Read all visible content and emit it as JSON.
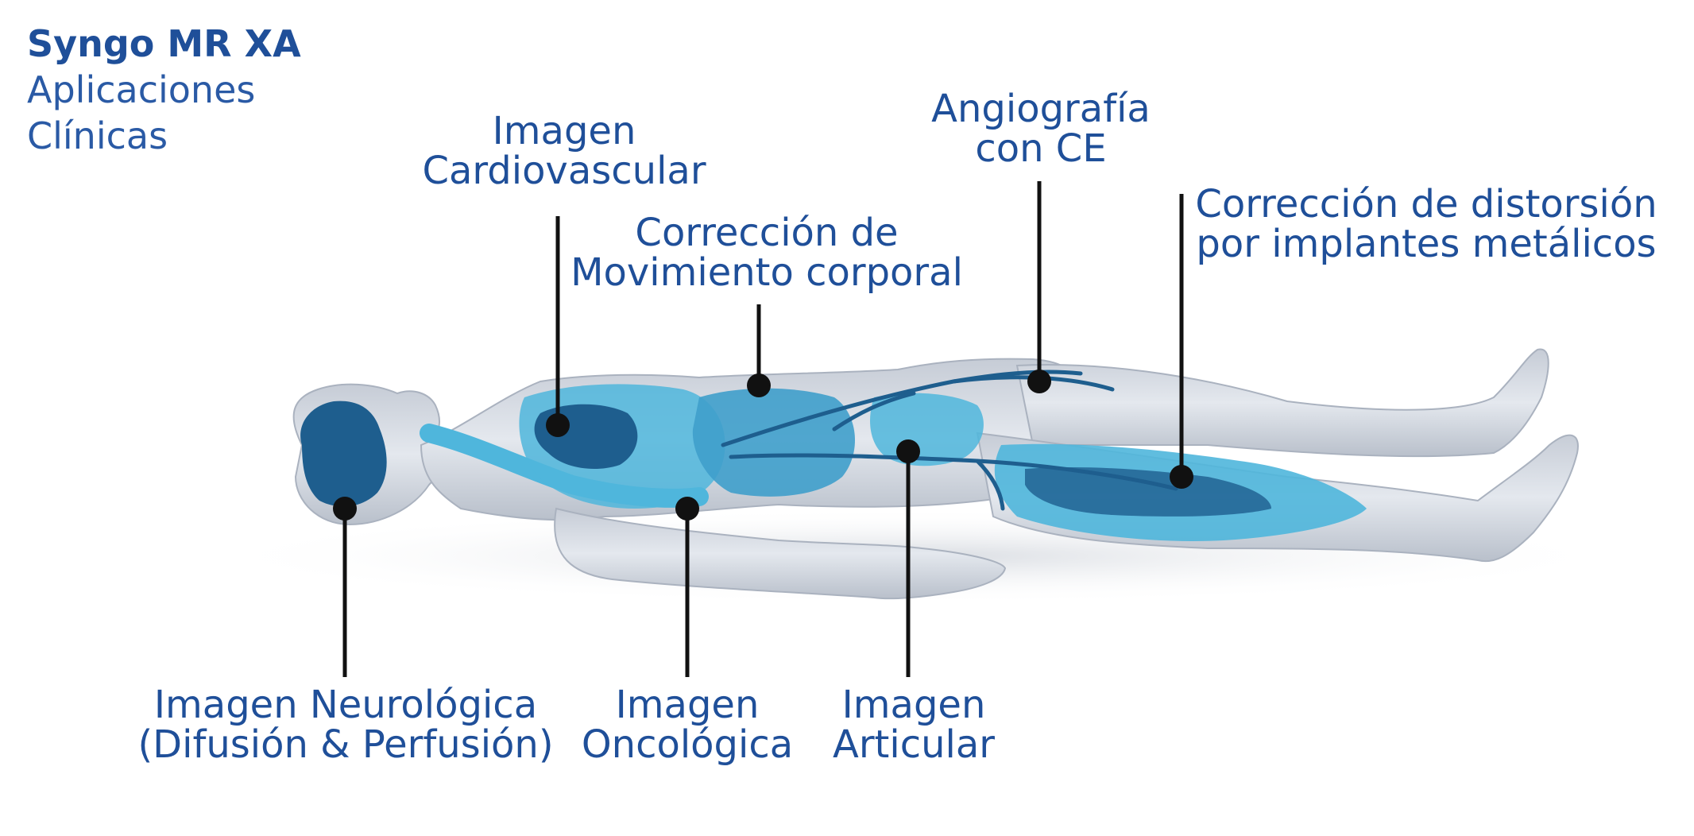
{
  "title": {
    "product": "Syngo MR XA",
    "line2": "Aplicaciones",
    "line3": "Clínicas"
  },
  "callouts": {
    "cardiovascular": {
      "line1": "Imagen",
      "line2": "Cardiovascular"
    },
    "motion": {
      "line1": "Corrección de",
      "line2": "Movimiento corporal"
    },
    "angio": {
      "line1": "Angiografía",
      "line2": "con CE"
    },
    "metal": {
      "line1": "Corrección de distorsión",
      "line2": "por implantes metálicos"
    },
    "neuro": {
      "line1": "Imagen Neurológica",
      "line2": "(Difusión & Perfusión)"
    },
    "onco": {
      "line1": "Imagen",
      "line2": "Oncológica"
    },
    "articular": {
      "line1": "Imagen",
      "line2": "Articular"
    }
  },
  "colors": {
    "text": "#1f4f99",
    "body": "#d9dee6",
    "organ_light": "#4fb6dc",
    "organ_dark": "#1e5e8e",
    "leader": "#111111"
  }
}
